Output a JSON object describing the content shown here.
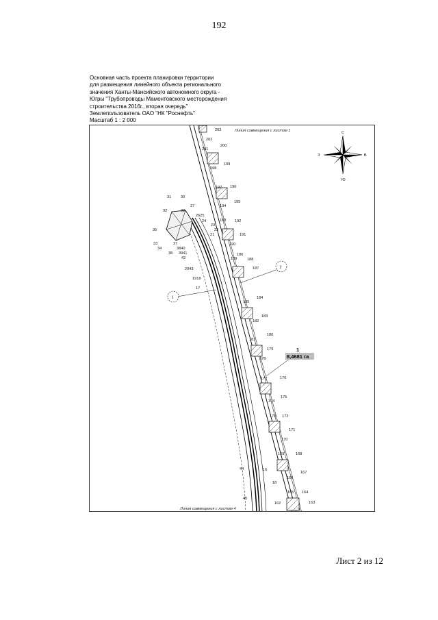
{
  "page_number": "192",
  "caption_lines": [
    "Основная часть проекта планировки территории",
    "для размещения линейного объекта регионального",
    "значения Ханты-Мансийского автономного округа -",
    "Югры \"Трубопроводы Мамонтовского месторождения",
    "строительства 2016г., вторая очередь\"",
    "Землепользователь ОАО \"НК \"Роснефть\"",
    "Масштаб 1 : 2 000"
  ],
  "map": {
    "top_edge_label": "Линия совмещения с листом 1",
    "bottom_edge_label": "Линия совмещения с листом 4",
    "compass": {
      "icon": "compass-rose-icon",
      "letters": [
        "С",
        "З",
        "В",
        "Ю"
      ]
    },
    "callouts": [
      "1",
      "2"
    ],
    "area_label": {
      "number": "1",
      "value": "8,4681 га",
      "fill": "#bdbdbd"
    },
    "points": [
      "203",
      "202",
      "201",
      "200",
      "199",
      "198",
      "197",
      "196",
      "194",
      "195",
      "193",
      "192",
      "191",
      "190",
      "189",
      "188",
      "187",
      "186",
      "185",
      "184",
      "183",
      "182",
      "181",
      "180",
      "179",
      "178",
      "177",
      "176",
      "175",
      "174",
      "173",
      "172",
      "171",
      "170",
      "169",
      "168",
      "167",
      "166",
      "165",
      "164",
      "163",
      "162",
      "16",
      "18",
      "31",
      "30",
      "32",
      "28",
      "27",
      "2625",
      "24",
      "35",
      "23",
      "22",
      "21",
      "33",
      "34",
      "37",
      "38",
      "3840",
      "3941",
      "42",
      "2043",
      "1918",
      "17",
      "44",
      "45"
    ]
  },
  "sheet_footer": "Лист 2 из 12"
}
